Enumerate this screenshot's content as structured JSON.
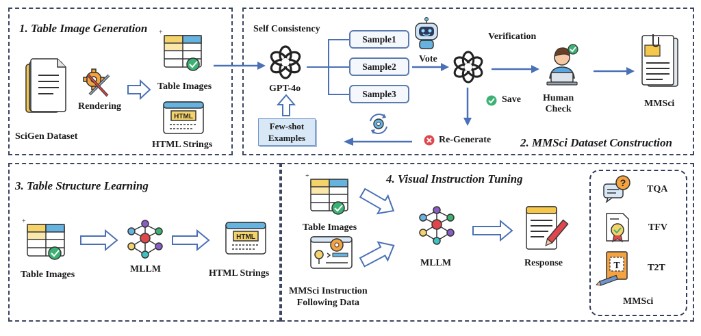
{
  "panels": {
    "p1_title": "1. Table Image Generation",
    "p2_title": "2. MMSci Dataset Construction",
    "p3_title": "3. Table Structure Learning",
    "p4_title": "4. Visual Instruction Tuning"
  },
  "p1": {
    "scigen": "SciGen Dataset",
    "rendering": "Rendering",
    "table_images": "Table Images",
    "html_strings": "HTML Strings"
  },
  "p2": {
    "self_consistency": "Self Consistency",
    "gpt": "GPT-4o",
    "few_shot_1": "Few-shot",
    "few_shot_2": "Examples",
    "samples": [
      "Sample1",
      "Sample2",
      "Sample3"
    ],
    "vote": "Vote",
    "verification": "Verification",
    "save": "Save",
    "human_1": "Human",
    "human_2": "Check",
    "regenerate": "Re-Generate",
    "mmsci": "MMSci"
  },
  "p3": {
    "table_images": "Table Images",
    "mllm": "MLLM",
    "html_strings": "HTML Strings"
  },
  "p4": {
    "table_images": "Table Images",
    "mmsci_line1": "MMSci Instruction",
    "mmsci_line2": "Following Data",
    "mllm": "MLLM",
    "response": "Response",
    "tasks": [
      "TQA",
      "TFV",
      "T2T"
    ],
    "mmsci": "MMSci"
  },
  "icon_text": {
    "html_badge": "HTML"
  },
  "colors": {
    "arrow": "#4a70b5",
    "border": "#3a4560",
    "table_yellow": "#f5d36b",
    "table_blue": "#67b3e0",
    "check_green": "#3bb273",
    "x_red": "#e0474c"
  }
}
